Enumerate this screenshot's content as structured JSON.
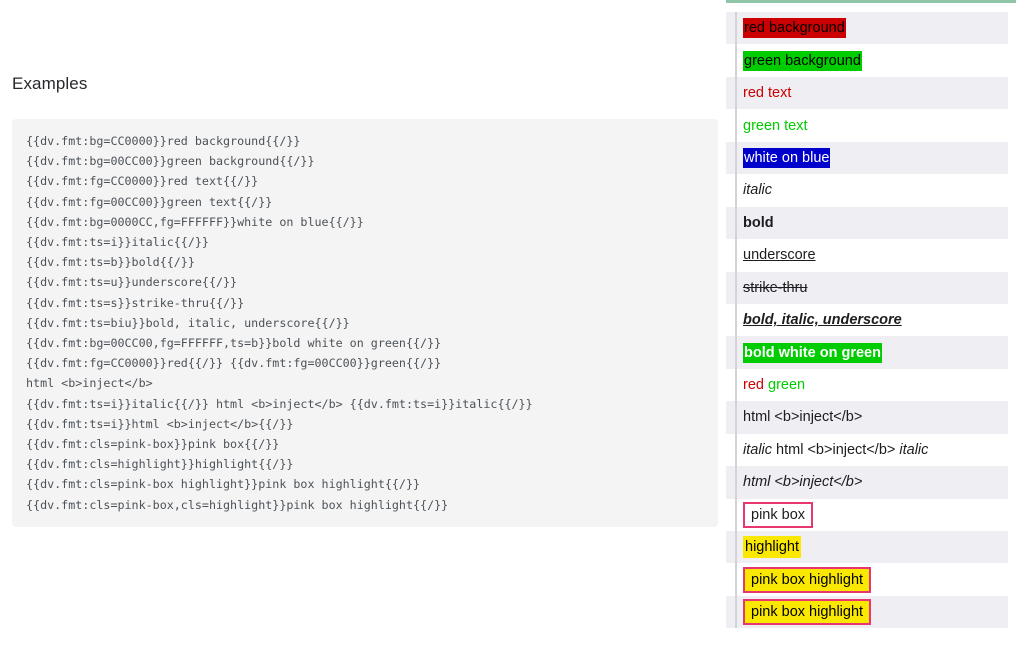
{
  "page": {
    "heading": "Examples"
  },
  "code": {
    "lines": [
      "{{dv.fmt:bg=CC0000}}red background{{/}}",
      "{{dv.fmt:bg=00CC00}}green background{{/}}",
      "{{dv.fmt:fg=CC0000}}red text{{/}}",
      "{{dv.fmt:fg=00CC00}}green text{{/}}",
      "{{dv.fmt:bg=0000CC,fg=FFFFFF}}white on blue{{/}}",
      "{{dv.fmt:ts=i}}italic{{/}}",
      "{{dv.fmt:ts=b}}bold{{/}}",
      "{{dv.fmt:ts=u}}underscore{{/}}",
      "{{dv.fmt:ts=s}}strike-thru{{/}}",
      "{{dv.fmt:ts=biu}}bold, italic, underscore{{/}}",
      "{{dv.fmt:bg=00CC00,fg=FFFFFF,ts=b}}bold white on green{{/}}",
      "{{dv.fmt:fg=CC0000}}red{{/}} {{dv.fmt:fg=00CC00}}green{{/}}",
      "html <b>inject</b>",
      "{{dv.fmt:ts=i}}italic{{/}} html <b>inject</b> {{dv.fmt:ts=i}}italic{{/}}",
      "{{dv.fmt:ts=i}}html <b>inject</b>{{/}}",
      "{{dv.fmt:cls=pink-box}}pink box{{/}}",
      "{{dv.fmt:cls=highlight}}highlight{{/}}",
      "{{dv.fmt:cls=pink-box highlight}}pink box highlight{{/}}",
      "{{dv.fmt:cls=pink-box,cls=highlight}}pink box highlight{{/}}"
    ]
  },
  "preview": {
    "rows": [
      {
        "id": "red-background",
        "text": "red background"
      },
      {
        "id": "green-background",
        "text": "green background"
      },
      {
        "id": "red-text",
        "text": "red text"
      },
      {
        "id": "green-text",
        "text": "green text"
      },
      {
        "id": "white-on-blue",
        "text": "white on blue"
      },
      {
        "id": "italic",
        "text": "italic"
      },
      {
        "id": "bold",
        "text": "bold"
      },
      {
        "id": "underscore",
        "text": "underscore"
      },
      {
        "id": "strike-thru",
        "text": "strike-thru"
      },
      {
        "id": "bold-italic-underscore",
        "text": "bold, italic, underscore"
      },
      {
        "id": "bold-white-on-green",
        "text": "bold white on green"
      },
      {
        "id": "red-green",
        "text_red": "red",
        "text_green": "green"
      },
      {
        "id": "html-inject",
        "text": "html <b>inject</b>"
      },
      {
        "id": "italic-html-inject",
        "text_a": "italic",
        "text_b": "html <b>inject</b>",
        "text_c": "italic"
      },
      {
        "id": "italic-html-inject-2",
        "text": "html <b>inject</b>"
      },
      {
        "id": "pink-box",
        "text": "pink box"
      },
      {
        "id": "highlight",
        "text": "highlight"
      },
      {
        "id": "pink-box-highlight-1",
        "text": "pink box highlight"
      },
      {
        "id": "pink-box-highlight-2",
        "text": "pink box highlight"
      }
    ]
  },
  "colors": {
    "red": "#CC0000",
    "green": "#00CC00",
    "blue": "#0000CC",
    "white": "#FFFFFF",
    "pink_box_border": "#E8366F",
    "highlight": "#FAE800",
    "stripe": "#EEEEF3",
    "code_bg": "#F4F4F5",
    "code_fg": "#4C5257",
    "top_rule": "#8FC5A9"
  }
}
